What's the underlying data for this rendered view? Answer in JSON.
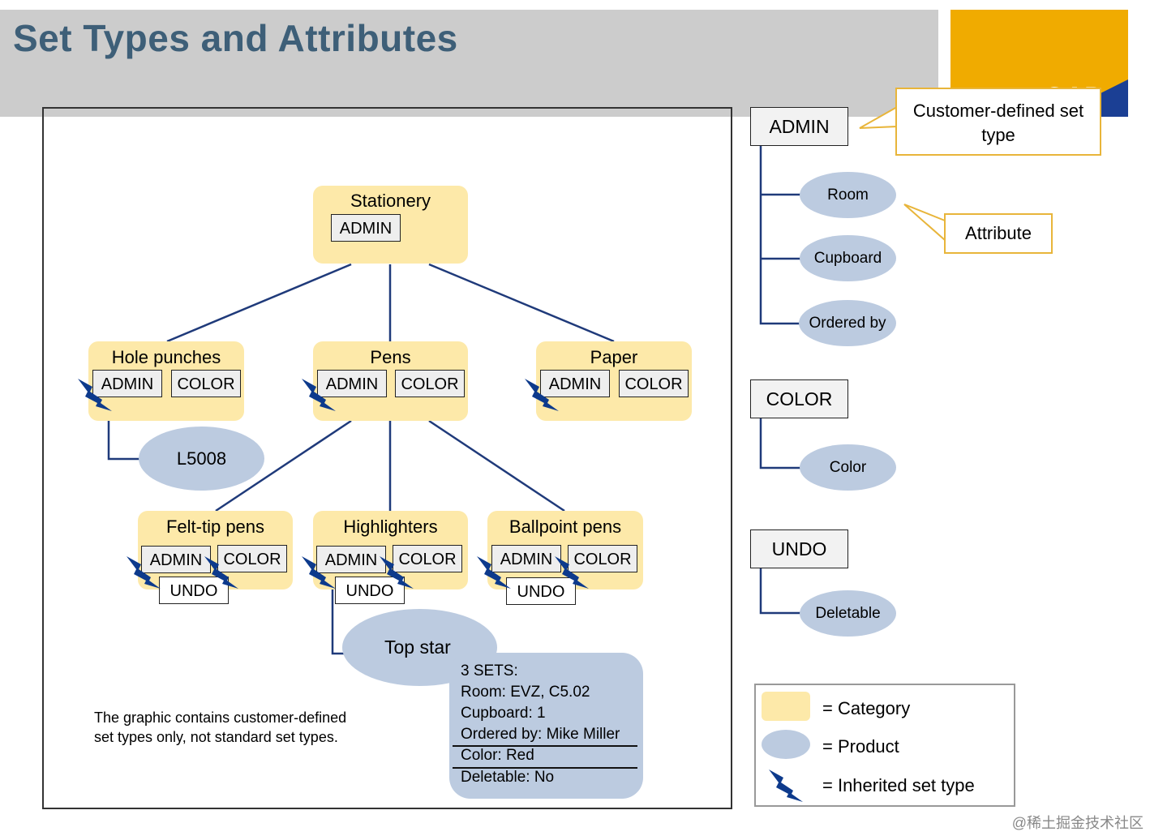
{
  "header": {
    "title": "Set Types and Attributes",
    "logo_text": "SAP"
  },
  "tree": {
    "root": {
      "label": "Stationery",
      "tags": [
        "ADMIN"
      ]
    },
    "level1": [
      {
        "label": "Hole punches",
        "tags": [
          "ADMIN",
          "COLOR"
        ]
      },
      {
        "label": "Pens",
        "tags": [
          "ADMIN",
          "COLOR"
        ]
      },
      {
        "label": "Paper",
        "tags": [
          "ADMIN",
          "COLOR"
        ]
      }
    ],
    "level2": [
      {
        "label": "Felt-tip pens",
        "tags": [
          "ADMIN",
          "COLOR",
          "UNDO"
        ]
      },
      {
        "label": "Highlighters",
        "tags": [
          "ADMIN",
          "COLOR",
          "UNDO"
        ]
      },
      {
        "label": "Ballpoint pens",
        "tags": [
          "ADMIN",
          "COLOR",
          "UNDO"
        ]
      }
    ],
    "products": {
      "hole_punch_product": "L5008",
      "highlighter_product": "Top star"
    },
    "sets_box": {
      "heading": "3 SETS:",
      "lines": [
        "Room: EVZ, C5.02",
        "Cupboard: 1",
        "Ordered by: Mike Miller",
        "Color: Red",
        "Deletable: No"
      ]
    },
    "note": "The graphic contains customer-defined set types only, not standard set types."
  },
  "set_types": [
    {
      "name": "ADMIN",
      "attributes": [
        "Room",
        "Cupboard",
        "Ordered by"
      ]
    },
    {
      "name": "COLOR",
      "attributes": [
        "Color"
      ]
    },
    {
      "name": "UNDO",
      "attributes": [
        "Deletable"
      ]
    }
  ],
  "callouts": {
    "set_type": "Customer-defined set type",
    "attribute": "Attribute"
  },
  "legend": {
    "category": "= Category",
    "product": "= Product",
    "inherited": "= Inherited set type"
  },
  "watermark": "@稀土掘金技术社区",
  "colors": {
    "category": "#fde9a9",
    "product": "#bccbe0",
    "line": "#1f3a7a",
    "bolt": "#0d3a8c",
    "title": "#3e5f78",
    "logo": "#f0ab00"
  }
}
